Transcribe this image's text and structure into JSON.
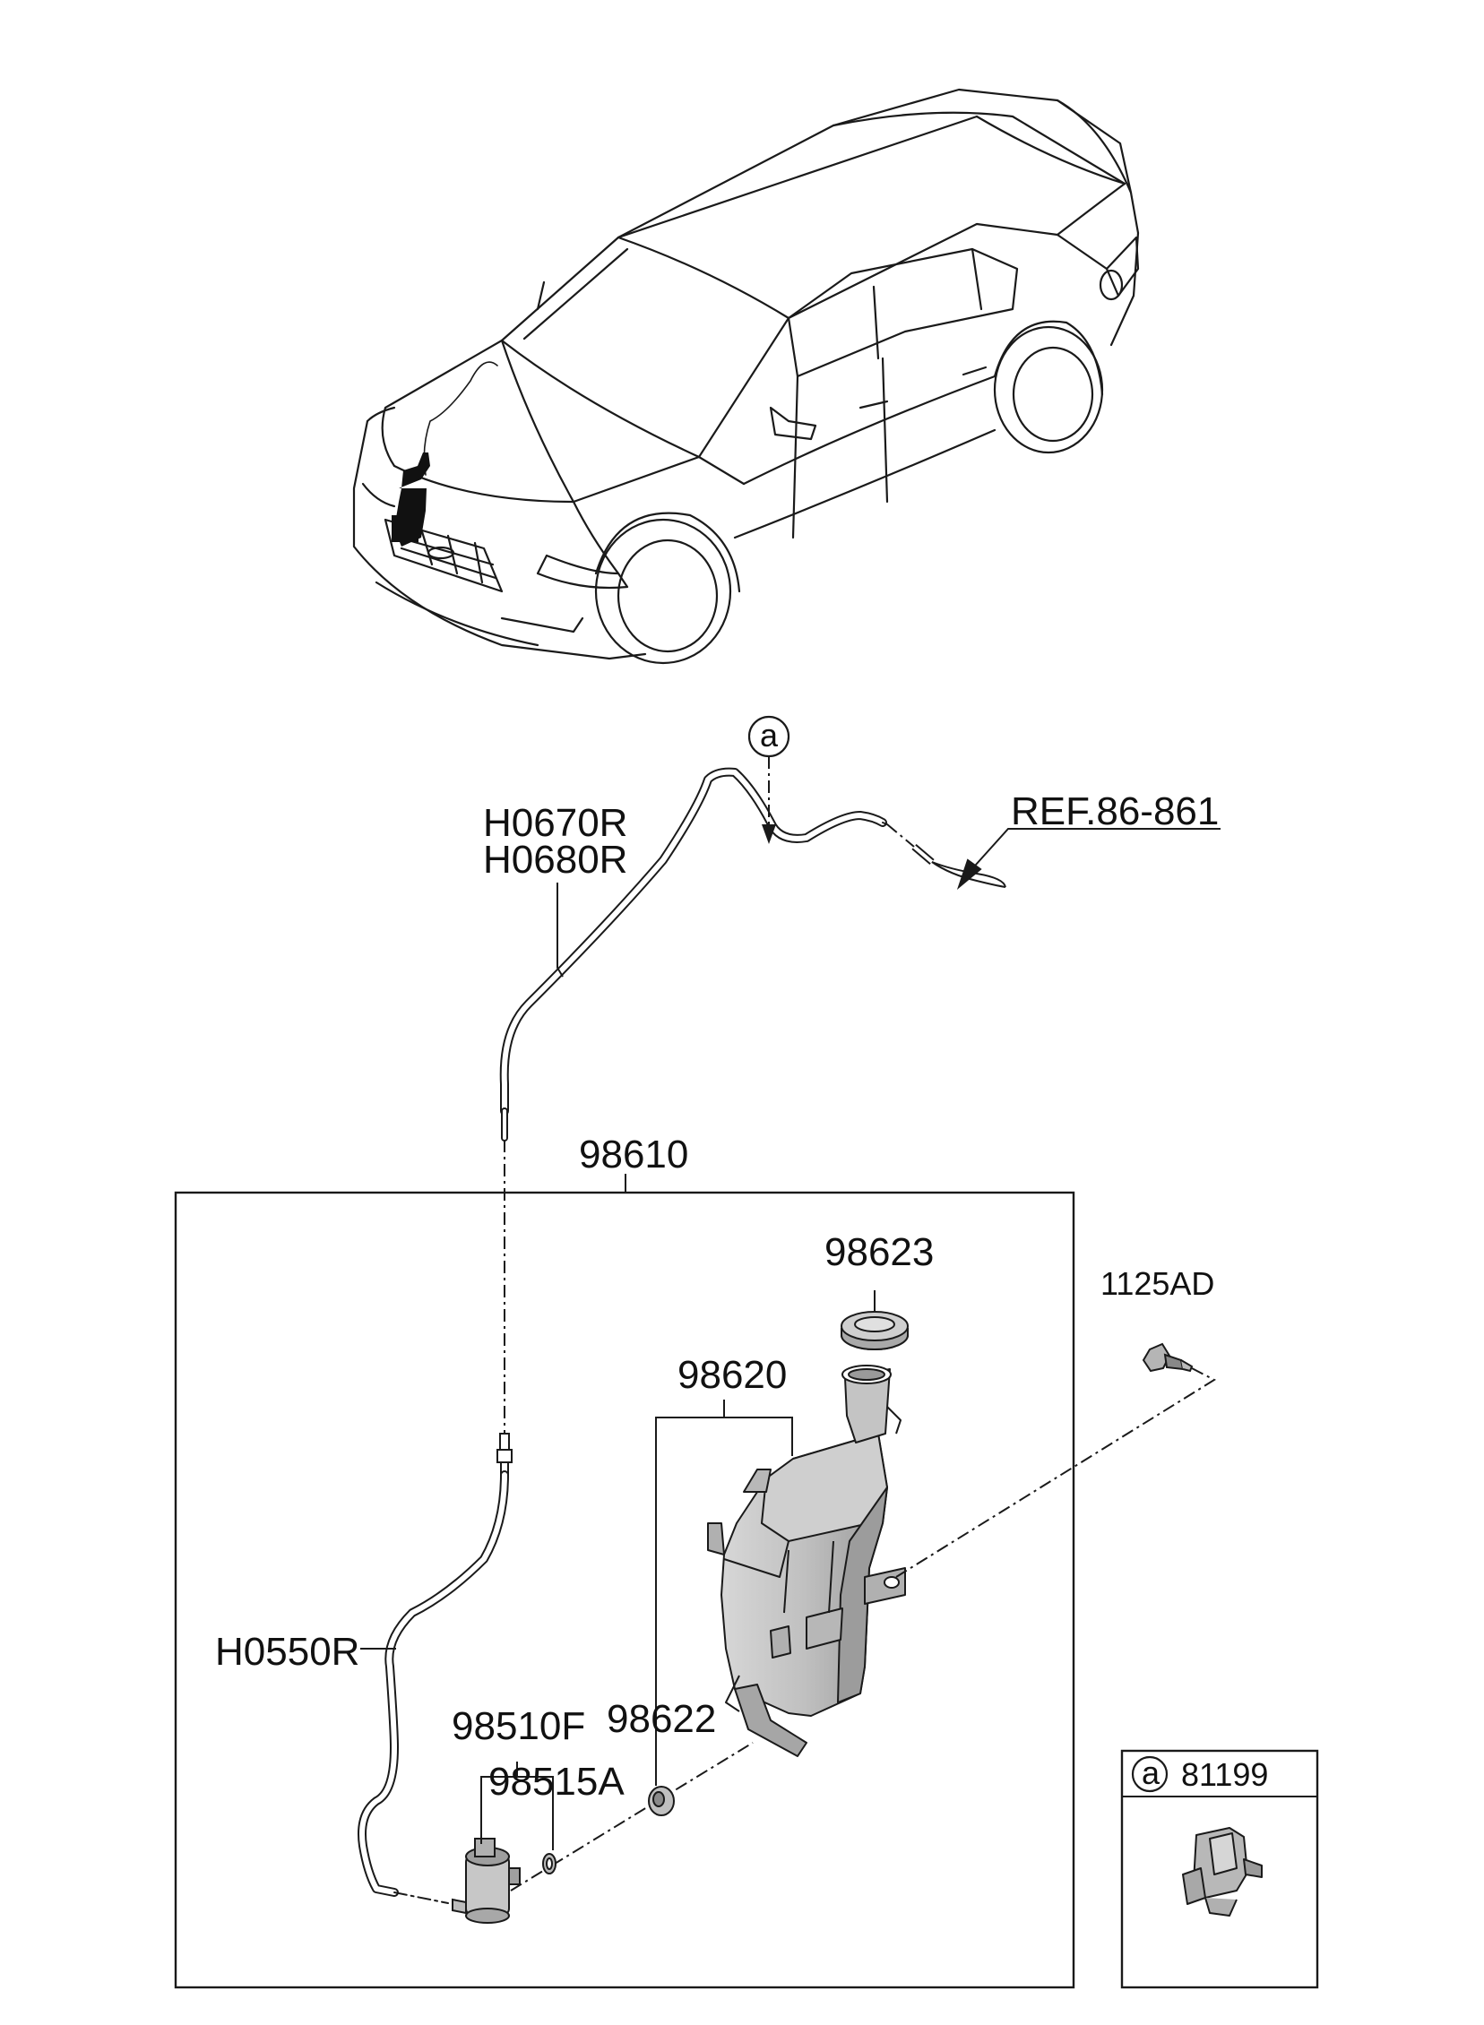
{
  "labels": {
    "hose_upper_1": "H0670R",
    "hose_upper_2": "H0680R",
    "ref": "REF.86-861",
    "callout_a": "a",
    "assembly": "98610",
    "cap": "98623",
    "reservoir": "98620",
    "bolt": "1125AD",
    "hose_lower": "H0550R",
    "pump": "98510F",
    "grommet": "98622",
    "seal": "98515A",
    "clip_key": "a",
    "clip": "81199"
  },
  "colors": {
    "line": "#1a1a1a",
    "part_fill": "#bdbdbd",
    "part_dark": "#8a8a8a"
  }
}
